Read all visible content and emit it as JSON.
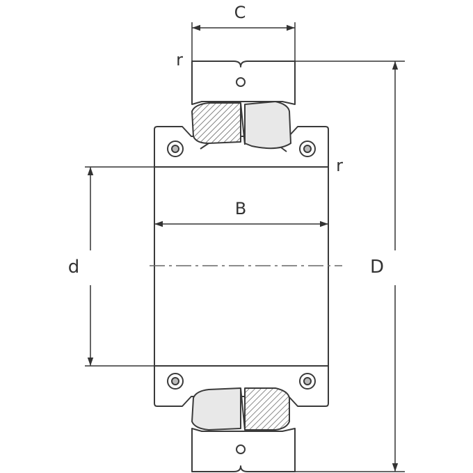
{
  "diagram": {
    "labels": {
      "C": "C",
      "B": "B",
      "d": "d",
      "D": "D",
      "r_top": "r",
      "r_right": "r"
    },
    "colors": {
      "line": "#3a3a3a",
      "hatch": "#555555",
      "roller_fill": "#e2e2e2",
      "background": "#ffffff"
    }
  }
}
